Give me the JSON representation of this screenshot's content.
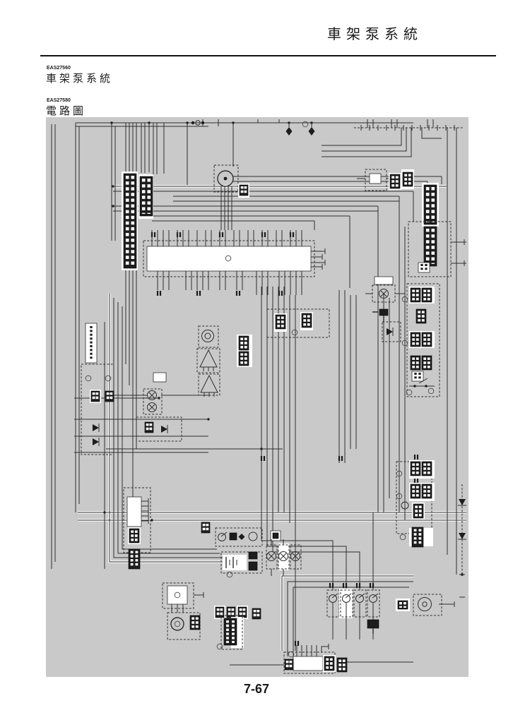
{
  "header": {
    "title": "車架泵系統"
  },
  "sections": [
    {
      "code": "EAS27560",
      "title": "車架泵系統"
    },
    {
      "code": "EAS27580",
      "title": "電路圖"
    }
  ],
  "footer": {
    "page_number": "7-67"
  },
  "diagram": {
    "background": "#c9c9c9",
    "wire_color": "#2e2e2e",
    "highlight_color": "#ffffff",
    "component_color": "#1d1d1d"
  }
}
